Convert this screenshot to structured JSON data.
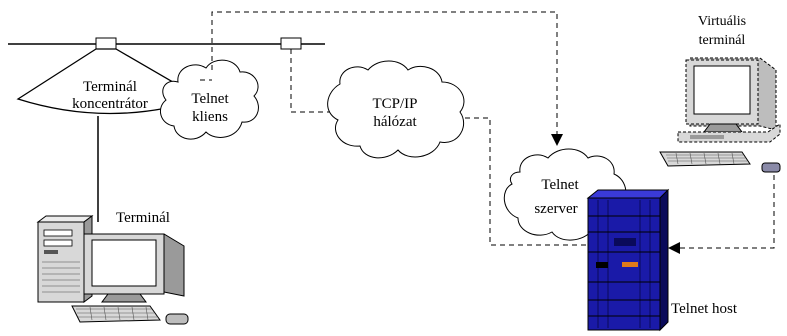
{
  "labels": {
    "terminal_concentrator_line1": "Terminál",
    "terminal_concentrator_line2": "koncentrátor",
    "telnet_client_line1": "Telnet",
    "telnet_client_line2": "kliens",
    "tcpip_line1": "TCP/IP",
    "tcpip_line2": "hálózat",
    "telnet_server_line1": "Telnet",
    "telnet_server_line2": "szerver",
    "virtual_terminal_line1": "Virtuális",
    "virtual_terminal_line2": "terminál",
    "terminal": "Terminál",
    "telnet_host": "Telnet host"
  },
  "colors": {
    "host_blue": "#1a1aa8",
    "host_dark": "#0a0a5a",
    "host_light": "#3a3ad8",
    "gray_body": "#d8d8d8",
    "gray_dark": "#9a9a9a",
    "screen": "#ffffff",
    "orange_accent": "#e07a1a"
  }
}
